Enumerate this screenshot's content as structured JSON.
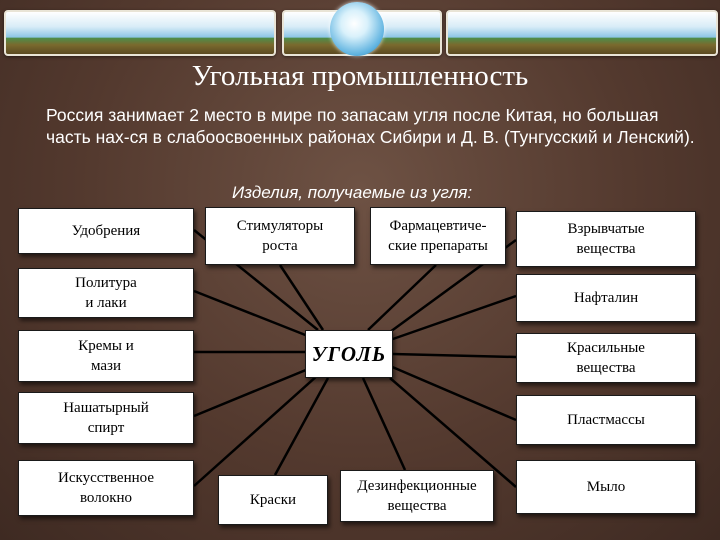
{
  "title": "Угольная промышленность",
  "intro": "Россия занимает 2 место в мире по запасам угля после Китая, но большая часть нах-ся в слабоосвоенных районах Сибири и Д. В. (Тунгусский и Ленский).",
  "subtitle": "Изделия, получаемые из угля:",
  "center": "УГОЛЬ",
  "products": {
    "fertilizers": "Удобрения",
    "polish": "Политура\nи лаки",
    "creams": "Кремы и\nмази",
    "ammonia": "Нашатырный\nспирт",
    "fiber": "Искусственное\nволокно",
    "growth": "Стимуляторы\nроста",
    "pharma": "Фармацевтиче-\nские препараты",
    "explosives": "Взрывчатые\nвещества",
    "naphthalene": "Нафталин",
    "dyes": "Красильные\nвещества",
    "plastics": "Пластмассы",
    "paints": "Краски",
    "disinfectants": "Дезинфекционные\nвещества",
    "soap": "Мыло"
  }
}
